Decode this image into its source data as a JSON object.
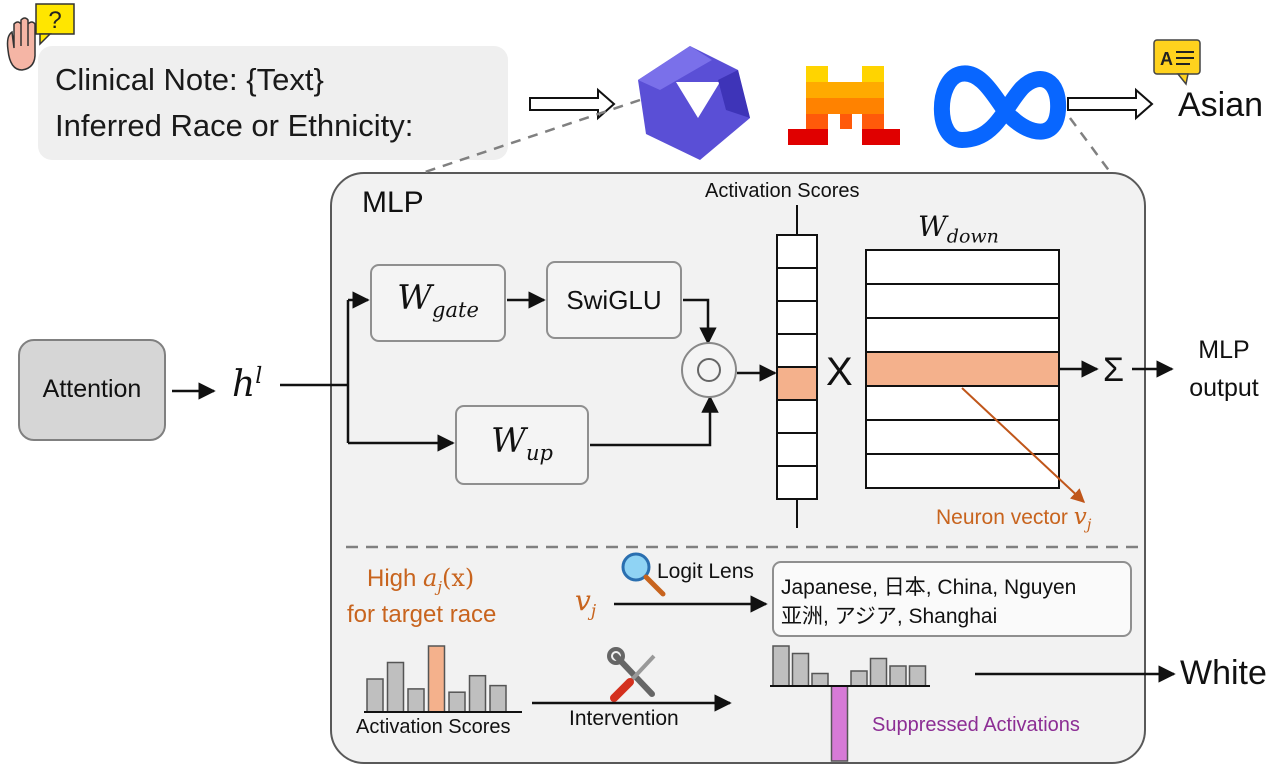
{
  "prompt": {
    "line1": "Clinical Note: {Text}",
    "line2": "Inferred Race or Ethnicity:"
  },
  "output_label": "Asian",
  "mlp": {
    "title": "MLP",
    "activation_scores_title": "Activation Scores",
    "w_down": {
      "base": "W",
      "sub": "down"
    },
    "w_gate": {
      "base": "W",
      "sub": "gate"
    },
    "w_up": {
      "base": "W",
      "sub": "up"
    },
    "swiglu": "SwiGLU",
    "multiply": "X",
    "sum": "Σ",
    "mlp_output_line1": "MLP",
    "mlp_output_line2": "output",
    "neuron_vector": "Neuron vector ",
    "neuron_vector_sym": {
      "base": "v",
      "sub": "j"
    }
  },
  "attention": "Attention",
  "hidden_state": {
    "base": "h",
    "sup": "l"
  },
  "lower": {
    "high_line1_prefix": "High ",
    "high_line1_math": "a",
    "high_line1_sub": "j",
    "high_line1_arg": "(x)",
    "high_line2": "for target race",
    "vj": {
      "base": "v",
      "sub": "j"
    },
    "logit_lens": "Logit Lens",
    "tokens_line1": "Japanese, 日本, China, Nguyen",
    "tokens_line2": "亚洲, アジア, Shanghai",
    "activation_scores": "Activation Scores",
    "intervention": "Intervention",
    "suppressed": "Suppressed Activations",
    "white": "White"
  },
  "colors": {
    "highlight": "#f4b18c",
    "suppressed_bar": "#d67ad6",
    "gray_bar": "#bfbfbf",
    "orange_text": "#c8641e",
    "purple_text": "#8c2d94"
  },
  "icons": [
    "raised-hand-question-icon",
    "qwen-logo-icon",
    "mistral-logo-icon",
    "meta-logo-icon",
    "translate-bubble-icon",
    "magnifier-icon",
    "tools-icon"
  ],
  "chart_data": [
    {
      "type": "bar",
      "name": "activation-scores",
      "values": [
        0.5,
        0.75,
        0.35,
        1.0,
        0.3,
        0.55,
        0.4
      ],
      "highlight_index": 3
    },
    {
      "type": "bar",
      "name": "suppressed-activations",
      "values": [
        0.8,
        0.65,
        0.25,
        -1.0,
        0.3,
        0.55,
        0.4,
        0.4
      ],
      "suppressed_index": 3
    }
  ]
}
